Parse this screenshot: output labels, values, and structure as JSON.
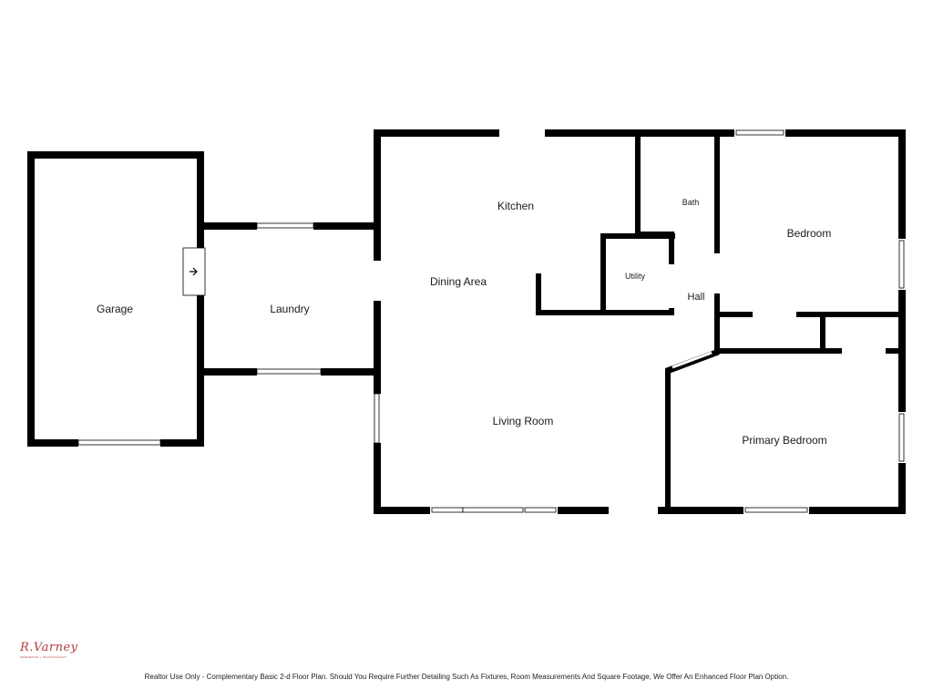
{
  "rooms": {
    "garage": "Garage",
    "laundry": "Laundry",
    "kitchen": "Kitchen",
    "dining": "Dining Area",
    "living": "Living Room",
    "bath": "Bath",
    "utility": "Utility",
    "hall": "Hall",
    "bedroom": "Bedroom",
    "primary_bedroom": "Primary Bedroom"
  },
  "logo": {
    "text": "R.Varney",
    "subtext": "MARKETING + PHOTOGRAPHY"
  },
  "footer": {
    "disclaimer": "Realtor Use Only - Complementary Basic 2-d Floor Plan. Should You Require Further Detailing Such As Fixtures, Room Measurements And Square Footage, We Offer An Enhanced Floor Plan Option."
  },
  "colors": {
    "walls": "#000000",
    "background": "#ffffff",
    "logo": "#b03a3a"
  }
}
